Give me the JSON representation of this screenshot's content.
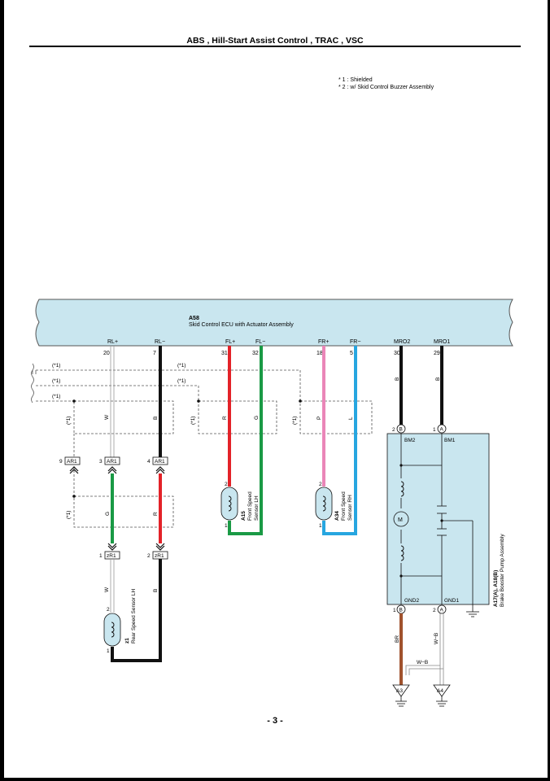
{
  "title": "ABS , Hill-Start Assist Control , TRAC , VSC",
  "notes": [
    "* 1 : Shielded",
    "* 2 : w/ Skid Control Buzzer Assembly"
  ],
  "page_number": "- 3 -",
  "ecu": {
    "code": "A58",
    "name": "Skid Control ECU with Actuator Assembly"
  },
  "terminals": {
    "rl_plus": {
      "name": "RL+",
      "pin": "20"
    },
    "rl_minus": {
      "name": "RL−",
      "pin": "7"
    },
    "fl_plus": {
      "name": "FL+",
      "pin": "31"
    },
    "fl_minus": {
      "name": "FL−",
      "pin": "32"
    },
    "fr_plus": {
      "name": "FR+",
      "pin": "18"
    },
    "fr_minus": {
      "name": "FR−",
      "pin": "5"
    },
    "mro2": {
      "name": "MRO2",
      "pin": "30"
    },
    "mro1": {
      "name": "MRO1",
      "pin": "29"
    }
  },
  "shield_label": "(*1)",
  "wire_colors": {
    "w": "W",
    "b": "B",
    "r": "R",
    "g": "G",
    "p": "P",
    "l": "L",
    "br": "BR",
    "wb": "W−B"
  },
  "connectors": {
    "ar1": "AR1",
    "ar1_pin9": "9",
    "ar1_pin3": "3",
    "ar1_pin4": "4",
    "zr1": "zR1",
    "zr1_pin1": "1",
    "zr1_pin2": "2"
  },
  "sensors": {
    "front_lh": {
      "code": "A15",
      "line1": "Front Speed",
      "line2": "Sensor LH",
      "pin_top": "2",
      "pin_bottom": "1"
    },
    "front_rh": {
      "code": "A34",
      "line1": "Front Speed",
      "line2": "Sensor RH",
      "pin_top": "2",
      "pin_bottom": "1"
    },
    "rear_lh": {
      "code": "z1",
      "line1": "Rear Speed Sensor LH",
      "pin_top": "2",
      "pin_bottom": "1"
    }
  },
  "pump": {
    "code": "A17(A), A18(B)",
    "name": "Brake Booster Pump Assembly",
    "bm2": "BM2",
    "bm1": "BM1",
    "gnd2": "GND2",
    "gnd1": "GND1",
    "motor": "M",
    "pin_bm2": "2",
    "conn_bm2": "B",
    "pin_bm1": "1",
    "conn_bm1": "A",
    "pin_gnd2": "1",
    "conn_gnd2": "B",
    "pin_gnd1": "2",
    "conn_gnd1": "A"
  },
  "grounds": {
    "a3": "A3",
    "a4": "A4"
  },
  "colors": {
    "ecu_fill": "#c9e6ef",
    "red": "#e32228",
    "green": "#1a9a45",
    "pink": "#ea86b8",
    "blue": "#27a6e0",
    "brown": "#a0522d",
    "black": "#111111",
    "gray": "#9a9a9a"
  }
}
